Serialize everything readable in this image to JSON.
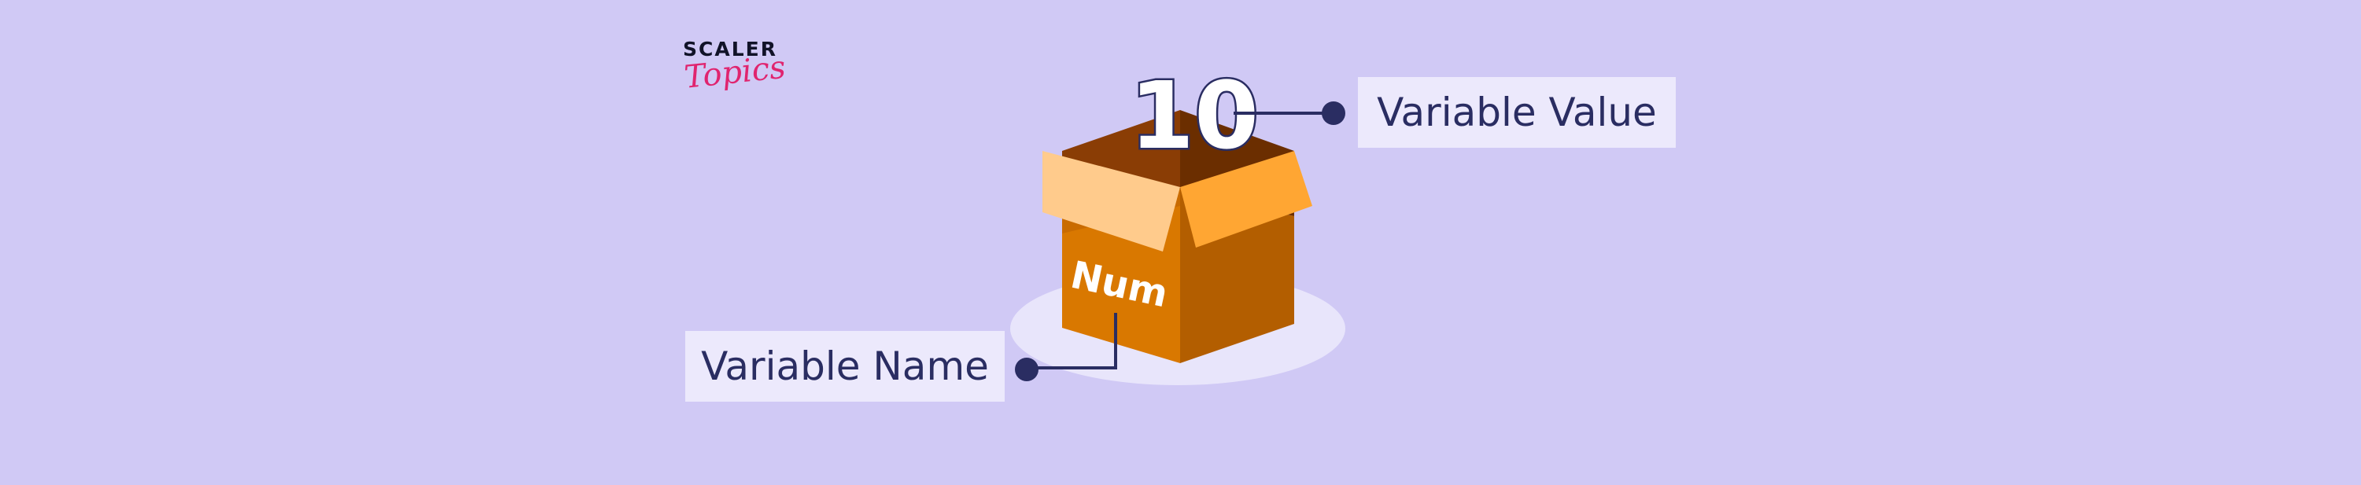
{
  "brand": {
    "name_line1": "SCALER",
    "name_line2": "Topics"
  },
  "diagram": {
    "value_text": "10",
    "box_label": "Num",
    "value_callout": "Variable Value",
    "name_callout": "Variable Name"
  },
  "colors": {
    "background": "#d0c9f5",
    "callout_bg": "#ece9fc",
    "callout_text": "#2a2d62",
    "connector": "#2a2d62",
    "box_front": "#d97800",
    "box_side": "#b35e00",
    "box_interior": "#6b2e00",
    "flap_left": "#ffcb8c",
    "flap_right": "#ffa633",
    "brand_pink": "#e0246f"
  }
}
